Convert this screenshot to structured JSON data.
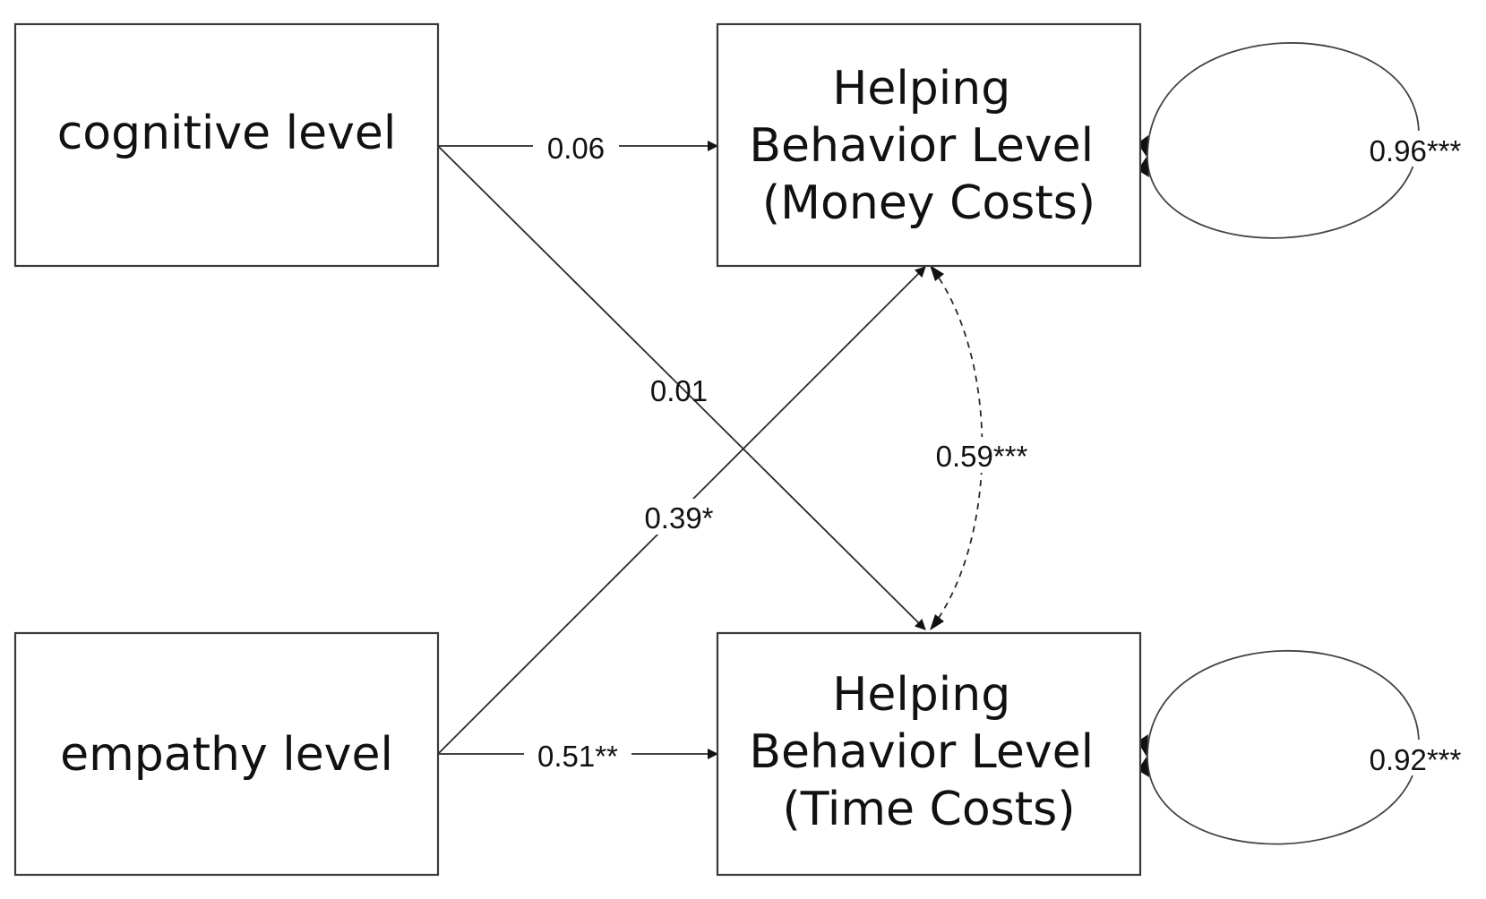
{
  "nodes": {
    "cognitive": {
      "lines": [
        "cognitive level"
      ]
    },
    "empathy": {
      "lines": [
        "empathy level"
      ]
    },
    "money": {
      "lines": [
        "Helping",
        "Behavior Level",
        "(Money Costs)"
      ]
    },
    "time": {
      "lines": [
        "Helping",
        "Behavior Level",
        "(Time Costs)"
      ]
    }
  },
  "paths": {
    "cognitive_to_money": "0.06",
    "cognitive_to_time": "0.01",
    "empathy_to_money": "0.39*",
    "empathy_to_time": "0.51**"
  },
  "covariance": {
    "money_time": "0.59***"
  },
  "residuals": {
    "money": "0.96***",
    "time": "0.92***"
  }
}
